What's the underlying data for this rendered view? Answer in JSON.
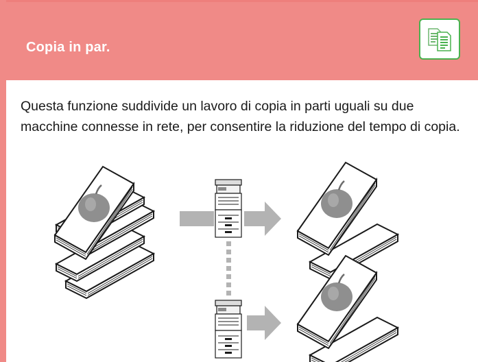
{
  "header": {
    "title": "Copia in par.",
    "icon": "parallel-copy-icon",
    "background_color": "#f08a87",
    "icon_accent_color": "#4ab24f"
  },
  "body": {
    "description": "Questa funzione suddivide un lavoro di copia in parti uguali su due macchine connesse in rete, per consentire la riduzione del tempo di copia."
  },
  "illustration": {
    "elements": [
      "original-document-stacks",
      "copier-machine-top",
      "copier-machine-bottom",
      "network-connection-dotted-line",
      "arrow-right-icon",
      "copied-output-stacks"
    ]
  }
}
